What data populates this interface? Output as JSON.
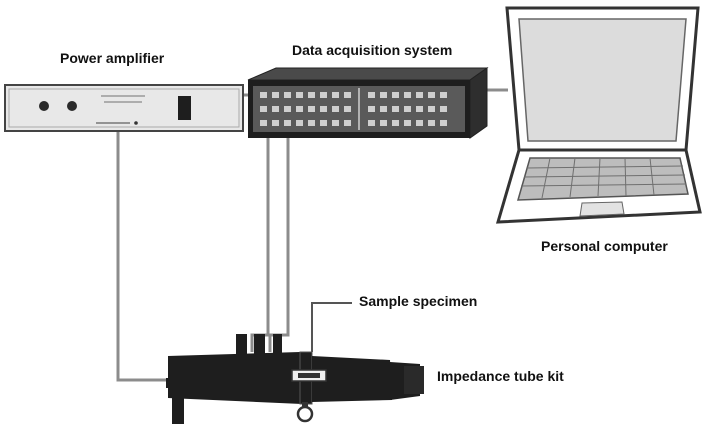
{
  "labels": {
    "power_amplifier": "Power amplifier",
    "data_acquisition": "Data acquisition system",
    "personal_computer": "Personal computer",
    "sample_specimen": "Sample specimen",
    "impedance_tube": "Impedance tube kit"
  },
  "colors": {
    "device_dark": "#1e1e1e",
    "device_light": "#e6e6e6",
    "outline": "#444444",
    "cable": "#8c8c8c",
    "text": "#111111"
  }
}
